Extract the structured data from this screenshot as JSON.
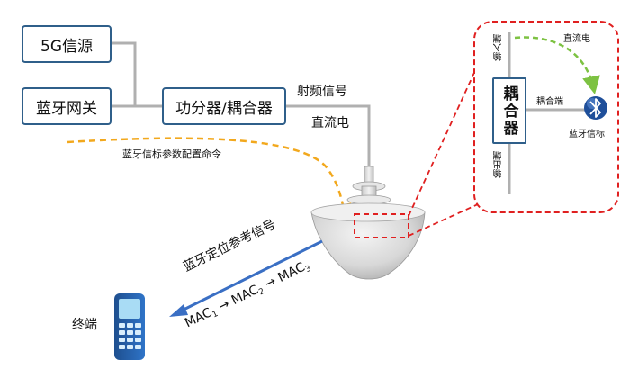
{
  "boxes": {
    "source_5g": "5G信源",
    "bt_gateway": "蓝牙网关",
    "splitter": "功分器/耦合器"
  },
  "labels": {
    "rf_signal": "射频信号",
    "dc_power": "直流电",
    "config_cmd": "蓝牙信标参数配置命令",
    "positioning_signal": "蓝牙定位参考信号",
    "terminal": "终端"
  },
  "mac_sequence": {
    "mac": "MAC",
    "sub1": "1",
    "sub2": "2",
    "sub3": "3",
    "arrow": "→"
  },
  "detail": {
    "coupler": "耦合器",
    "input_port": "输入端",
    "output_port": "输出端",
    "coupling_port": "耦合端",
    "dc_power": "直流电",
    "beacon": "蓝牙信标"
  },
  "colors": {
    "box_border": "#2f5f8a",
    "connector": "#b0b0b0",
    "orange_dashed": "#f2a81d",
    "red_dashed": "#e02020",
    "green_dashed": "#7dc242",
    "blue_arrow": "#3a6fc4"
  },
  "icons": {
    "bluetooth": "bluetooth-icon",
    "phone": "mobile-phone-icon",
    "antenna": "ceiling-antenna-icon"
  }
}
